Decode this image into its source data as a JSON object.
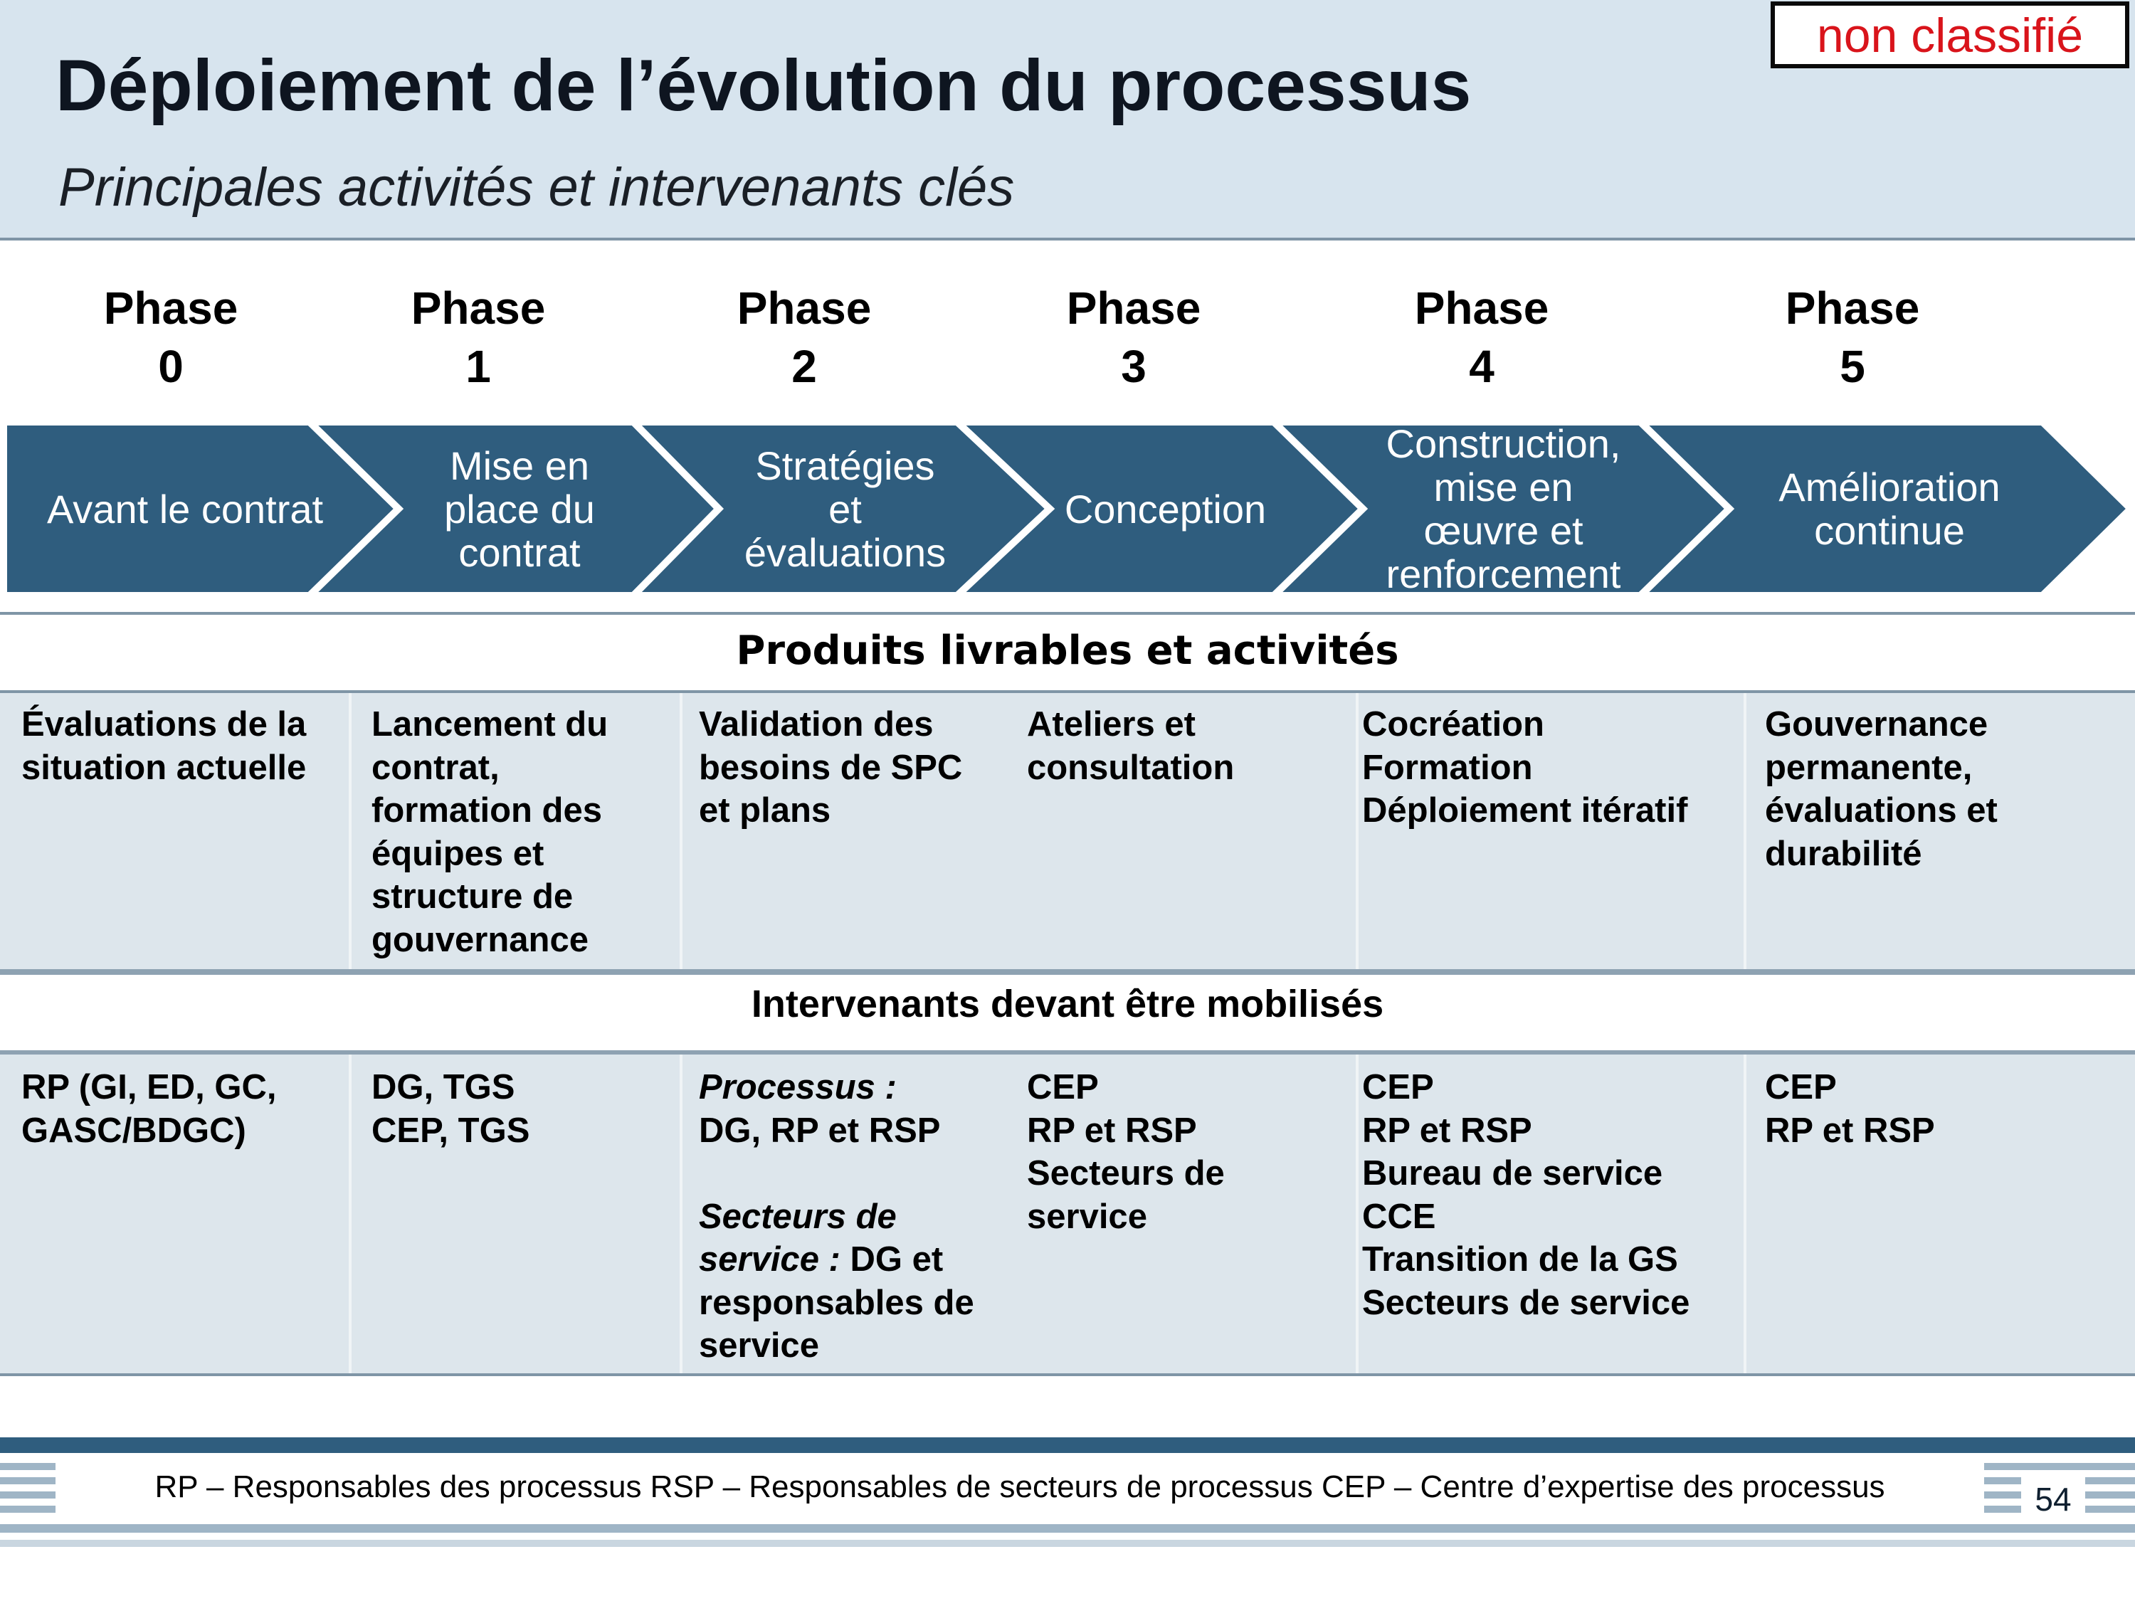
{
  "header": {
    "title": "Déploiement de l’évolution du processus",
    "subtitle": "Principales activités et intervenants clés",
    "classification": "non classifié"
  },
  "phases": [
    {
      "word": "Phase",
      "number": "0",
      "chevron_lines": [
        "Avant le contrat"
      ]
    },
    {
      "word": "Phase",
      "number": "1",
      "chevron_lines": [
        "Mise en",
        "place du",
        "contrat"
      ]
    },
    {
      "word": "Phase",
      "number": "2",
      "chevron_lines": [
        "Stratégies",
        "et",
        "évaluations"
      ]
    },
    {
      "word": "Phase",
      "number": "3",
      "chevron_lines": [
        "Conception"
      ]
    },
    {
      "word": "Phase",
      "number": "4",
      "chevron_lines": [
        "Construction,",
        "mise en",
        "œuvre et",
        "renforcement"
      ]
    },
    {
      "word": "Phase",
      "number": "5",
      "chevron_lines": [
        "Amélioration",
        "continue"
      ]
    }
  ],
  "deliverables": {
    "heading": "Produits livrables et activités",
    "cells": [
      [
        "Évaluations de la",
        "situation actuelle"
      ],
      [
        "Lancement du",
        "contrat,",
        "formation des",
        "équipes et",
        "structure de",
        "gouvernance"
      ],
      [
        "Validation des",
        "besoins de SPC",
        "et plans"
      ],
      [
        "Ateliers et",
        "consultation"
      ],
      [
        "Cocréation",
        "Formation",
        "Déploiement itératif"
      ],
      [
        "Gouvernance",
        "permanente,",
        "évaluations et",
        "durabilité"
      ]
    ]
  },
  "stakeholders": {
    "heading": "Intervenants devant être mobilisés",
    "cells": [
      [
        "RP (GI, ED, GC,",
        "GASC/BDGC)"
      ],
      [
        "DG, TGS",
        "CEP, TGS"
      ],
      {
        "processus_label": "Processus :",
        "processus_value": "DG, RP et RSP",
        "secteurs_label_1": "Secteurs de",
        "secteurs_label_2": "service :",
        "secteurs_value_1": " DG et",
        "secteurs_value_2": "responsables de",
        "secteurs_value_3": "service"
      },
      [
        "CEP",
        "RP et RSP",
        "Secteurs de",
        "service"
      ],
      [
        "CEP",
        "RP et RSP",
        "Bureau de service",
        "CCE",
        "Transition de la GS",
        "Secteurs de service"
      ],
      [
        "CEP",
        "RP et RSP"
      ]
    ]
  },
  "footer": {
    "legend": "RP – Responsables des processus RSP – Responsables de secteurs de processus CEP – Centre d’expertise des processus",
    "page_number": "54"
  },
  "colors": {
    "header_bg": "#d7e4ee",
    "chevron_fill": "#2f5d7e",
    "band_bg": "#dde6ec",
    "classification_red": "#d9141b",
    "footer_dark": "#2f5d7e",
    "footer_light": "#9fb5c6"
  }
}
